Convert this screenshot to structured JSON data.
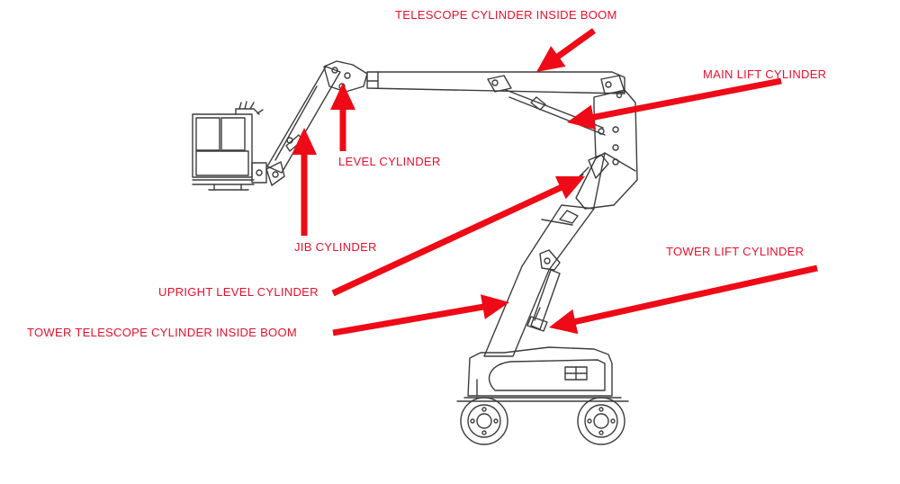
{
  "colors": {
    "label": "#e8102c",
    "arrow": "#ee0a16",
    "line": "#3c3c3c"
  },
  "labels": {
    "telescope_cylinder": "TELESCOPE CYLINDER INSIDE BOOM",
    "main_lift_cylinder": "MAIN LIFT CYLINDER",
    "level_cylinder": "LEVEL CYLINDER",
    "jib_cylinder": "JIB CYLINDER",
    "upright_level_cylinder": "UPRIGHT LEVEL CYLINDER",
    "tower_telescope_cylinder": "TOWER TELESCOPE CYLINDER INSIDE BOOM",
    "tower_lift_cylinder": "TOWER LIFT CYLINDER"
  },
  "icons": {
    "machine": "boom-lift-drawing",
    "pointer": "arrow-icon"
  }
}
